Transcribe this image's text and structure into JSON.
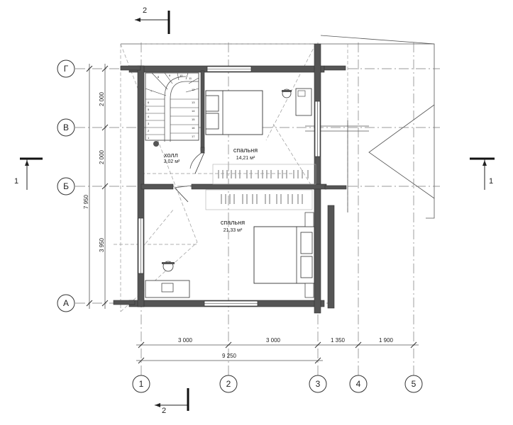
{
  "axes_letters": [
    "Г",
    "В",
    "Б",
    "А"
  ],
  "axes_numbers": [
    "1",
    "2",
    "3",
    "4",
    "5"
  ],
  "section_marks": {
    "top": "2",
    "bottom": "2",
    "left": "1",
    "right": "1"
  },
  "dims_bottom": [
    "3 000",
    "3 000",
    "1 350",
    "1 900"
  ],
  "dim_total_bottom": "9 250",
  "dims_left": [
    "2 000",
    "2 000",
    "3 950"
  ],
  "dim_total_left": "7 950",
  "rooms": {
    "hall": {
      "name": "холл",
      "area": "3,02 м²"
    },
    "bedroom_top": {
      "name": "спальня",
      "area": "14,21 м²"
    },
    "bedroom_bottom": {
      "name": "спальня",
      "area": "21,33 м²"
    }
  },
  "stair_numbers": [
    "1",
    "2",
    "3",
    "4",
    "5",
    "6",
    "7",
    "8",
    "9",
    "10",
    "11",
    "12",
    "13",
    "14",
    "15",
    "16",
    "17"
  ]
}
